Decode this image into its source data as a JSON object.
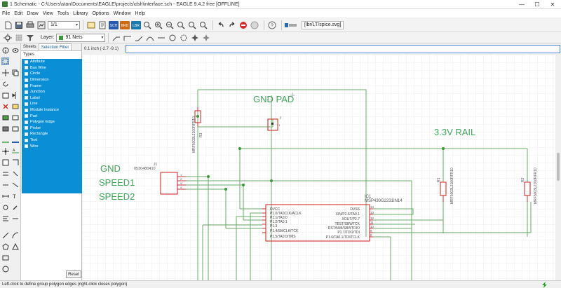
{
  "window": {
    "title": "1 Schematic - C:\\Users\\stan\\Documents\\EAGLE\\projects\\dsh\\interface.sch - EAGLE 9.4.2 free [OFFLINE]",
    "minimize": "—",
    "maximize": "☐",
    "close": "✕"
  },
  "menu": [
    "File",
    "Edit",
    "Draw",
    "View",
    "Tools",
    "Library",
    "Options",
    "Window",
    "Help"
  ],
  "toolbar": {
    "sheet_value": "1/1",
    "sheet_arrow": "▾",
    "path_label": "[lbr/LT/spice.svg]",
    "layer_label": "Layer:",
    "layer_value": "91 Nets",
    "layer_arrow": "▾",
    "badges": {
      "sch": "SCH",
      "brd": "BRD",
      "lbr": "LBR"
    }
  },
  "panel": {
    "tabs": [
      "Sheets",
      "Selection Filter"
    ],
    "types_label": "Types",
    "types": [
      "Attribute",
      "Bus Wire",
      "Circle",
      "Dimension",
      "Frame",
      "Junction",
      "Label",
      "Line",
      "Module Instance",
      "Part",
      "Polygon Edge",
      "Probe",
      "Rectangle",
      "Text",
      "Wire"
    ],
    "reset_label": "Reset"
  },
  "command": {
    "coordinate": "0.1 inch (-2.7 -9.1)",
    "input_value": ""
  },
  "schematic": {
    "labels": {
      "gnd_pad": "GND PAD",
      "rail": "3.3V RAIL",
      "gnd": "GND",
      "speed1": "SPEED1",
      "speed2": "SPEED2"
    },
    "resistors": {
      "r3_name": "R3",
      "r3_value": "MRF5003L2100RFR10",
      "r1_name": "R1",
      "r1_value": "MRF5003L2100RFR10",
      "r2_name": "R2",
      "r2_value": "MRF5003L2100RFR10"
    },
    "connector": {
      "name": "J1",
      "value": "0530480410",
      "pins": [
        "1",
        "2",
        "3",
        "4"
      ]
    },
    "pad": {
      "pin": "1"
    },
    "ic": {
      "name": "IC1",
      "value": "MSP430G2231IN14",
      "left_pins": [
        "DVCC",
        "P1.0/TA0CLK/ACLK",
        "P1.1/TA0.0",
        "P1.2/TA0.1",
        "P1.3",
        "P1.4/SMCLK/TCK",
        "P1.5/TA0.0/TMS"
      ],
      "right_pins": [
        "DVSS",
        "XIN/P2.6/TA0.1",
        "XOUT/P2.7",
        "TEST/SBWTCK",
        "RST/NMI/SBWTDIO",
        "P1.7/TDO/TDI",
        "P1.6/TA0.1/TDI/TCLK"
      ],
      "right_nums": [
        "14",
        "13",
        "12",
        "11",
        "10",
        "9",
        "8"
      ]
    }
  },
  "status": {
    "message": "Left-click to define group polygon edges (right-click closes polygon)"
  },
  "colors": {
    "net": "#3a9a3a",
    "wire": "#6aa86a",
    "part": "#d01a1a",
    "text_green": "#3fa65a",
    "selection": "#0a8fd6"
  }
}
